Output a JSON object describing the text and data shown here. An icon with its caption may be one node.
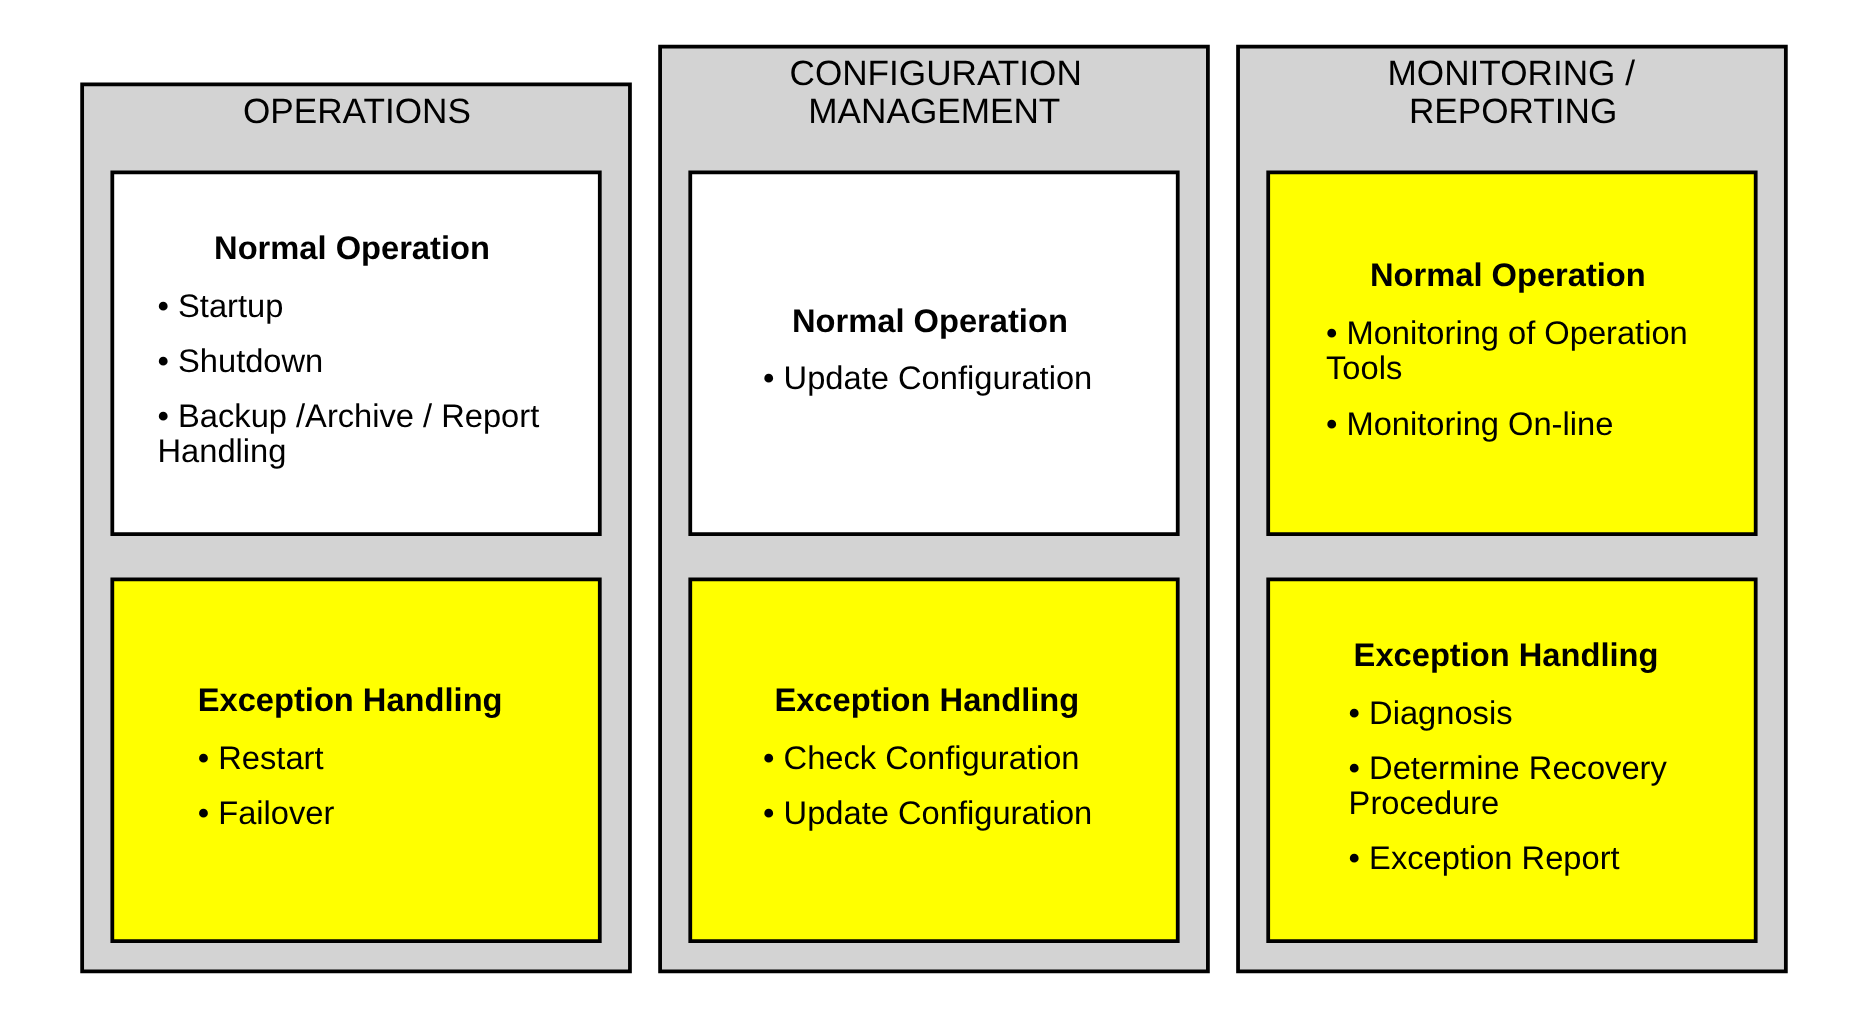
{
  "diagram": {
    "nodes": [
      {
        "text": [
          "OPERATIONS"
        ]
      },
      {
        "text": [
          "Normal Operation",
          "• Startup",
          "• Shutdown",
          "• Backup /Archive / Report Handling"
        ],
        "in": 0
      },
      {
        "text": [
          "Exception Handling",
          "• Restart",
          "• Failover"
        ],
        "in": 0
      },
      {
        "text": [
          "CONFIGURATION MANAGEMENT"
        ]
      },
      {
        "text": [
          "Normal Operation",
          "• Update Configuration"
        ],
        "in": 3
      },
      {
        "text": [
          "Exception Handling",
          "• Check Configuration",
          "• Update Configuration"
        ],
        "in": 3
      },
      {
        "text": [
          "MONITORING / REPORTING"
        ]
      },
      {
        "text": [
          "Normal Operation",
          "• Monitoring of Operation Tools",
          "• Monitoring On-line"
        ],
        "in": 6
      },
      {
        "text": [
          "Exception Handling",
          "• Diagnosis",
          "• Determine Recovery Procedure",
          "• Exception Report"
        ],
        "in": 6
      }
    ]
  }
}
